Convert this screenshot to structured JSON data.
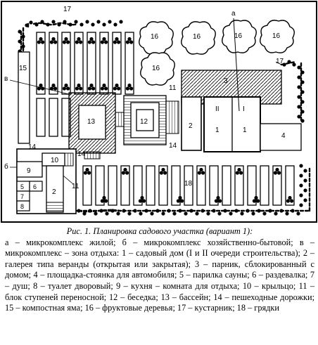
{
  "labels": {
    "a": "а",
    "b": "б",
    "v": "в",
    "n1": "1",
    "n2": "2",
    "n3": "3",
    "n4": "4",
    "n5": "5",
    "n6": "6",
    "n7": "7",
    "n8": "8",
    "n9": "9",
    "n10": "10",
    "n11": "11",
    "n12": "12",
    "n13": "13",
    "n14": "14",
    "n15": "15",
    "n16": "16",
    "n17": "17",
    "n18": "18",
    "roman1": "I",
    "roman2": "II"
  },
  "caption": {
    "title": "Рис. 1. Планировка садового участка (вариант 1):",
    "legend": "а – микрокомплекс жилой; б – микрокомплекс хозяйственно-бытовой; в – микрокомплекс – зона отдыха: 1 – садовый дом (I и II очереди строительства); 2 – галерея типа веранды (открытая или закрытая); 3 – парник, сблокированный с домом; 4 – площадка-стоянка для автомобиля; 5 – парилка сауны; 6 – раздевалка; 7 – душ; 8 – туалет дворовый; 9 – кухня – комната для отдыха; 10 – крыльцо; 11 – блок ступеней переносной; 12 – беседка; 13 – бассейн; 14 – пешеходные дорожки; 15 – компостная яма; 16 – фруктовые деревья; 17 – кустарник; 18 – грядки"
  }
}
